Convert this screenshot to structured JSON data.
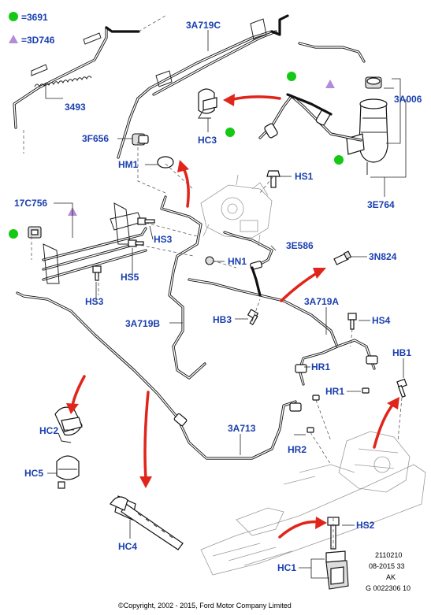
{
  "legend": {
    "items": [
      {
        "symbol": "green-dot",
        "color": "#14c814",
        "text": "=3691"
      },
      {
        "symbol": "purple-triangle",
        "color": "#b38cd9",
        "text": "=3D746"
      }
    ]
  },
  "labels": {
    "l_3A719C": "3A719C",
    "l_3493": "3493",
    "l_3A006": "3A006",
    "l_3F656": "3F656",
    "l_HC3": "HC3",
    "l_HM1": "HM1",
    "l_HS1": "HS1",
    "l_3E764": "3E764",
    "l_17C756": "17C756",
    "l_HS3a": "HS3",
    "l_3E586": "3E586",
    "l_HN1": "HN1",
    "l_3N824": "3N824",
    "l_HS5": "HS5",
    "l_HS3b": "HS3",
    "l_3A719A": "3A719A",
    "l_HB3": "HB3",
    "l_HS4": "HS4",
    "l_3A719B": "3A719B",
    "l_HB1": "HB1",
    "l_HR1a": "HR1",
    "l_HR1b": "HR1",
    "l_HC2": "HC2",
    "l_3A713": "3A713",
    "l_HR2": "HR2",
    "l_HC5": "HC5",
    "l_HS2": "HS2",
    "l_HC4": "HC4",
    "l_HC1": "HC1"
  },
  "info_block": {
    "line1": "2110210",
    "line2": "08-2015 33",
    "line3": "AK",
    "line4": "G 0022306 10"
  },
  "copyright": "©Copyright, 2002 - 2015, Ford Motor Company Limited",
  "colors": {
    "label_blue": "#1a3fb0",
    "arrow_red": "#e0251b",
    "marker_green": "#14c814",
    "marker_purple": "#b38cd9"
  }
}
